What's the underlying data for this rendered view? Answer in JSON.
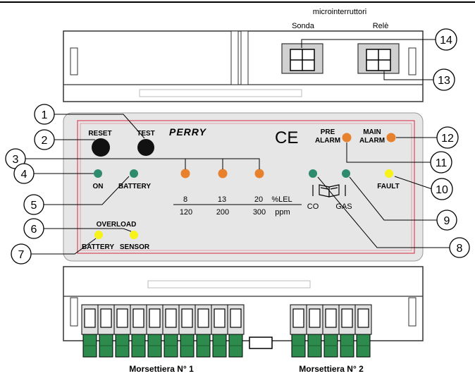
{
  "top_labels": {
    "microswitches": "microinterruttori",
    "probe": "Sonda",
    "relay": "Relè"
  },
  "panel": {
    "reset": "RESET",
    "test": "TEST",
    "brand": "PERRY",
    "ce_mark": "CE",
    "pre_alarm_line1": "PRE",
    "pre_alarm_line2": "ALARM",
    "main_alarm_line1": "MAIN",
    "main_alarm_line2": "ALARM",
    "fault": "FAULT",
    "on": "ON",
    "battery": "BATTERY",
    "overload": "OVERLOAD",
    "overload_battery": "BATTERY",
    "overload_sensor": "SENSOR",
    "scale": {
      "top_values": [
        "8",
        "13",
        "20"
      ],
      "top_unit": "%LEL",
      "bottom_values": [
        "120",
        "200",
        "300"
      ],
      "bottom_unit": "ppm"
    },
    "co": "CO",
    "gas": "GAS"
  },
  "callouts": [
    "1",
    "2",
    "3",
    "4",
    "5",
    "6",
    "7",
    "8",
    "9",
    "10",
    "11",
    "12",
    "13",
    "14"
  ],
  "bottom_labels": {
    "terminal_block_1": "Morsettiera N° 1",
    "terminal_block_2": "Morsettiera N° 2"
  },
  "colors": {
    "led_green": "#2e8b6e",
    "led_orange": "#e8812d",
    "led_yellow": "#f7f21a",
    "terminal_green": "#2e8b4e",
    "panel_grey": "#e6e6e6",
    "panel_border_red": "#d7263d"
  }
}
